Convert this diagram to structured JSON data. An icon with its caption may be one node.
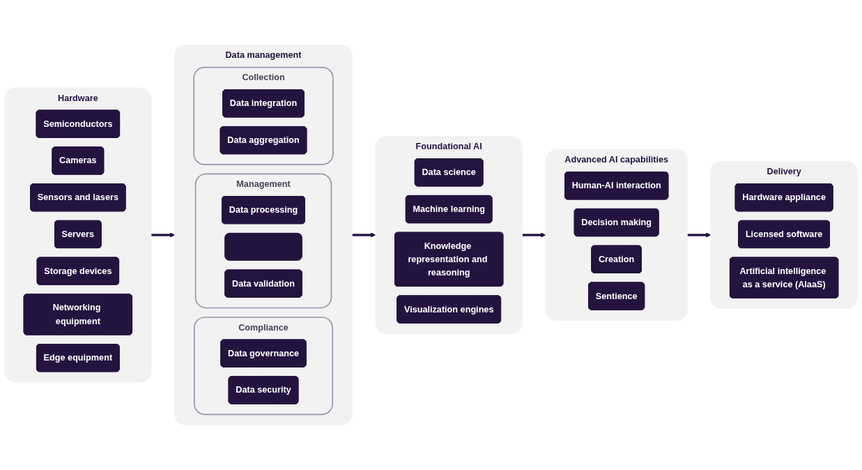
{
  "diagram": {
    "nodes": [
      {
        "text": [
          "Hardware"
        ]
      },
      {
        "text": [
          "Semiconductors"
        ],
        "in": 0
      },
      {
        "text": [
          "Cameras"
        ],
        "in": 0
      },
      {
        "text": [
          "Sensors and lasers"
        ],
        "in": 0
      },
      {
        "text": [
          "Servers"
        ],
        "in": 0
      },
      {
        "text": [
          "Storage devices"
        ],
        "in": 0
      },
      {
        "text": [
          "Networking equipment"
        ],
        "in": 0
      },
      {
        "text": [
          "Edge equipment"
        ],
        "in": 0
      },
      {
        "text": [
          "Data management"
        ]
      },
      {
        "text": [
          "Collection"
        ],
        "in": 8
      },
      {
        "text": [
          "Data integration"
        ],
        "in": 9
      },
      {
        "text": [
          "Data aggregation"
        ],
        "in": 9
      },
      {
        "text": [
          "Management"
        ],
        "in": 8
      },
      {
        "text": [
          "Data processing"
        ],
        "in": 12
      },
      {
        "text": [],
        "shape": "box",
        "in": 12
      },
      {
        "text": [
          "Data validation"
        ],
        "in": 12
      },
      {
        "text": [
          "Compliance"
        ],
        "in": 8
      },
      {
        "text": [
          "Data governance"
        ],
        "in": 16
      },
      {
        "text": [
          "Data security"
        ],
        "in": 16
      },
      {
        "text": [
          "Foundational AI"
        ]
      },
      {
        "text": [
          "Data science"
        ],
        "in": 19
      },
      {
        "text": [
          "Machine learning"
        ],
        "in": 19
      },
      {
        "text": [
          "Knowledge representation and reasoning"
        ],
        "in": 19
      },
      {
        "text": [
          "Visualization engines"
        ],
        "in": 19
      },
      {
        "text": [
          "Advanced AI capabilities"
        ]
      },
      {
        "text": [
          "Human-AI interaction"
        ],
        "in": 24
      },
      {
        "text": [
          "Decision making"
        ],
        "in": 24
      },
      {
        "text": [
          "Creation"
        ],
        "in": 24
      },
      {
        "text": [
          "Sentience"
        ],
        "in": 24
      },
      {
        "text": [
          "Delivery"
        ]
      },
      {
        "text": [
          "Hardware appliance"
        ],
        "in": 29
      },
      {
        "text": [
          "Licensed software"
        ],
        "in": 29
      },
      {
        "text": [
          "Artificial intelligence as a service (AIaaS)"
        ],
        "in": 29
      }
    ],
    "edges": [
      {
        "from": 0,
        "to": 8,
        "arrow": "to"
      },
      {
        "from": 8,
        "to": 19,
        "arrow": "to"
      },
      {
        "from": 19,
        "to": 24,
        "arrow": "to"
      },
      {
        "from": 24,
        "to": 29,
        "arrow": "to"
      }
    ]
  }
}
